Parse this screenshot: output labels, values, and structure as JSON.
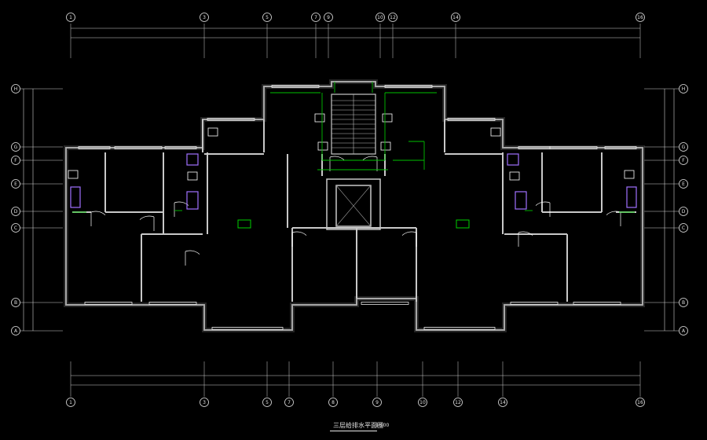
{
  "title": "三层给排水平面图",
  "scale": "1:100",
  "colors": {
    "background": "#000000",
    "wall": "#c8c8c8",
    "wall_hatch": "#6a6a6a",
    "dimension": "#d0d0d0",
    "grid_bubble": "#e0e0e0",
    "water_pipe": "#00c000",
    "fixture": "#a070ff",
    "room_text": "#c8c8c8",
    "highlight_box": "#00d000"
  },
  "grid_axes": {
    "top": [
      "1",
      "3",
      "5",
      "7",
      "9",
      "10",
      "12",
      "14",
      "16"
    ],
    "bottom": [
      "1",
      "3",
      "5",
      "7",
      "8",
      "9",
      "10",
      "12",
      "14",
      "16"
    ],
    "left": [
      "H",
      "G",
      "F",
      "E",
      "D",
      "C",
      "B",
      "A"
    ],
    "right": [
      "H",
      "G",
      "F",
      "E",
      "D",
      "C",
      "B",
      "A"
    ]
  },
  "icons": [
    "grid-bubble-icon",
    "fixture-icon",
    "door-swing-icon",
    "stair-icon",
    "elevator-icon"
  ]
}
